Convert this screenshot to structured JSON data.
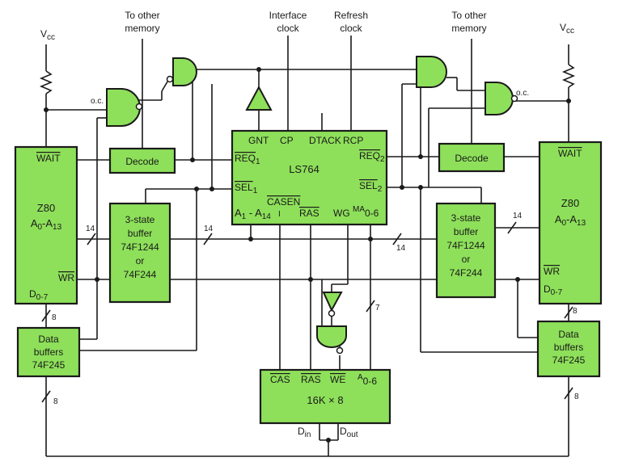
{
  "colors": {
    "block_fill": "#8ee05a",
    "line": "#1a1a1a"
  },
  "supply": {
    "vcc": "V",
    "vcc_sub": "cc"
  },
  "top_labels": {
    "other_memory_l1": "To other",
    "other_memory_l2": "memory",
    "interface_l1": "Interface",
    "interface_l2": "clock",
    "refresh_l1": "Refresh",
    "refresh_l2": "clock"
  },
  "oc": "o.c.",
  "decode": "Decode",
  "z80": {
    "wait": "WAIT",
    "name": "Z80",
    "addr": "A",
    "addr_sub": "0",
    "addr_range": "-A",
    "addr_sub2": "13",
    "wr": "WR",
    "data": "D",
    "data_sub": "0-7"
  },
  "buffer": {
    "l1": "3-state",
    "l2": "buffer",
    "l3": "74F1244",
    "l4": "or",
    "l5": "74F244"
  },
  "data_buffers": {
    "l1": "Data",
    "l2": "buffers",
    "l3": "74F245"
  },
  "controller": {
    "name": "LS764",
    "gnt": "GNT",
    "cp": "CP",
    "dtack": "DTACK",
    "rcp": "RCP",
    "req": "REQ",
    "sel": "SEL",
    "sub1": "1",
    "sub2": "2",
    "a1": "A",
    "a1_sub": "1",
    "a14": " - A",
    "a14_sub": "14",
    "casen": "CASEN",
    "casen_sub": "I",
    "ras": "RAS",
    "wg": "WG",
    "ma": "MA",
    "ma_sub": "0-6"
  },
  "memory": {
    "cas": "CAS",
    "ras": "RAS",
    "we": "WE",
    "addr": "A",
    "addr_sub": "0-6",
    "size": "16K × 8",
    "din": "D",
    "din_sub": "in",
    "dout": "D",
    "dout_sub": "out"
  },
  "bus_widths": {
    "w14": "14",
    "w8": "8",
    "w7": "7"
  }
}
